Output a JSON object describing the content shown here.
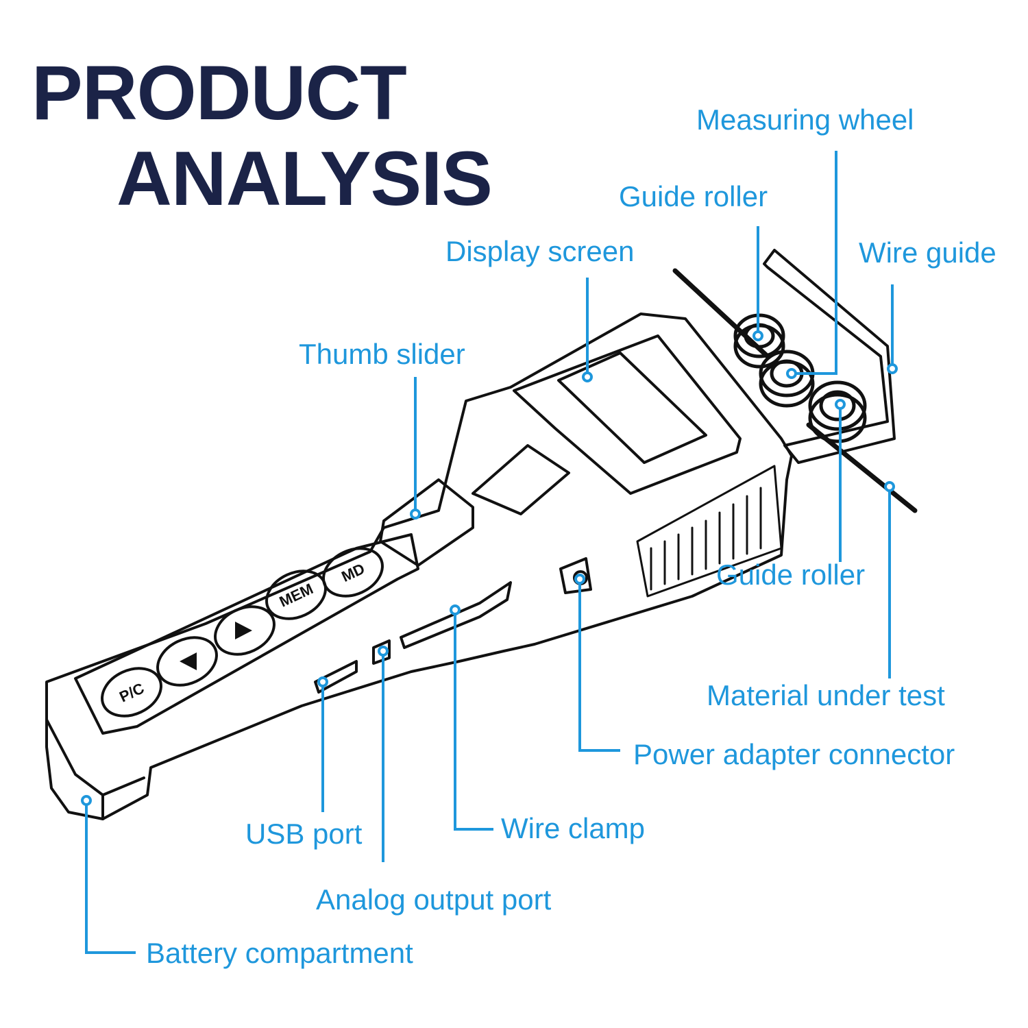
{
  "title": {
    "line1": "PRODUCT",
    "line2": "ANALYSIS"
  },
  "colors": {
    "title": "#1b2347",
    "callout": "#1e97dc",
    "outline": "#111111"
  },
  "device_buttons": {
    "pc": "P/C",
    "mem": "MEM",
    "md": "MD"
  },
  "callouts": {
    "measuring_wheel": "Measuring wheel",
    "guide_roller_top": "Guide roller",
    "display_screen": "Display screen",
    "wire_guide": "Wire guide",
    "thumb_slider": "Thumb slider",
    "guide_roller_bottom": "Guide roller",
    "material_under_test": "Material under test",
    "power_adapter_connector": "Power adapter connector",
    "usb_port": "USB port",
    "wire_clamp": "Wire clamp",
    "analog_output_port": "Analog output port",
    "battery_compartment": "Battery compartment"
  }
}
